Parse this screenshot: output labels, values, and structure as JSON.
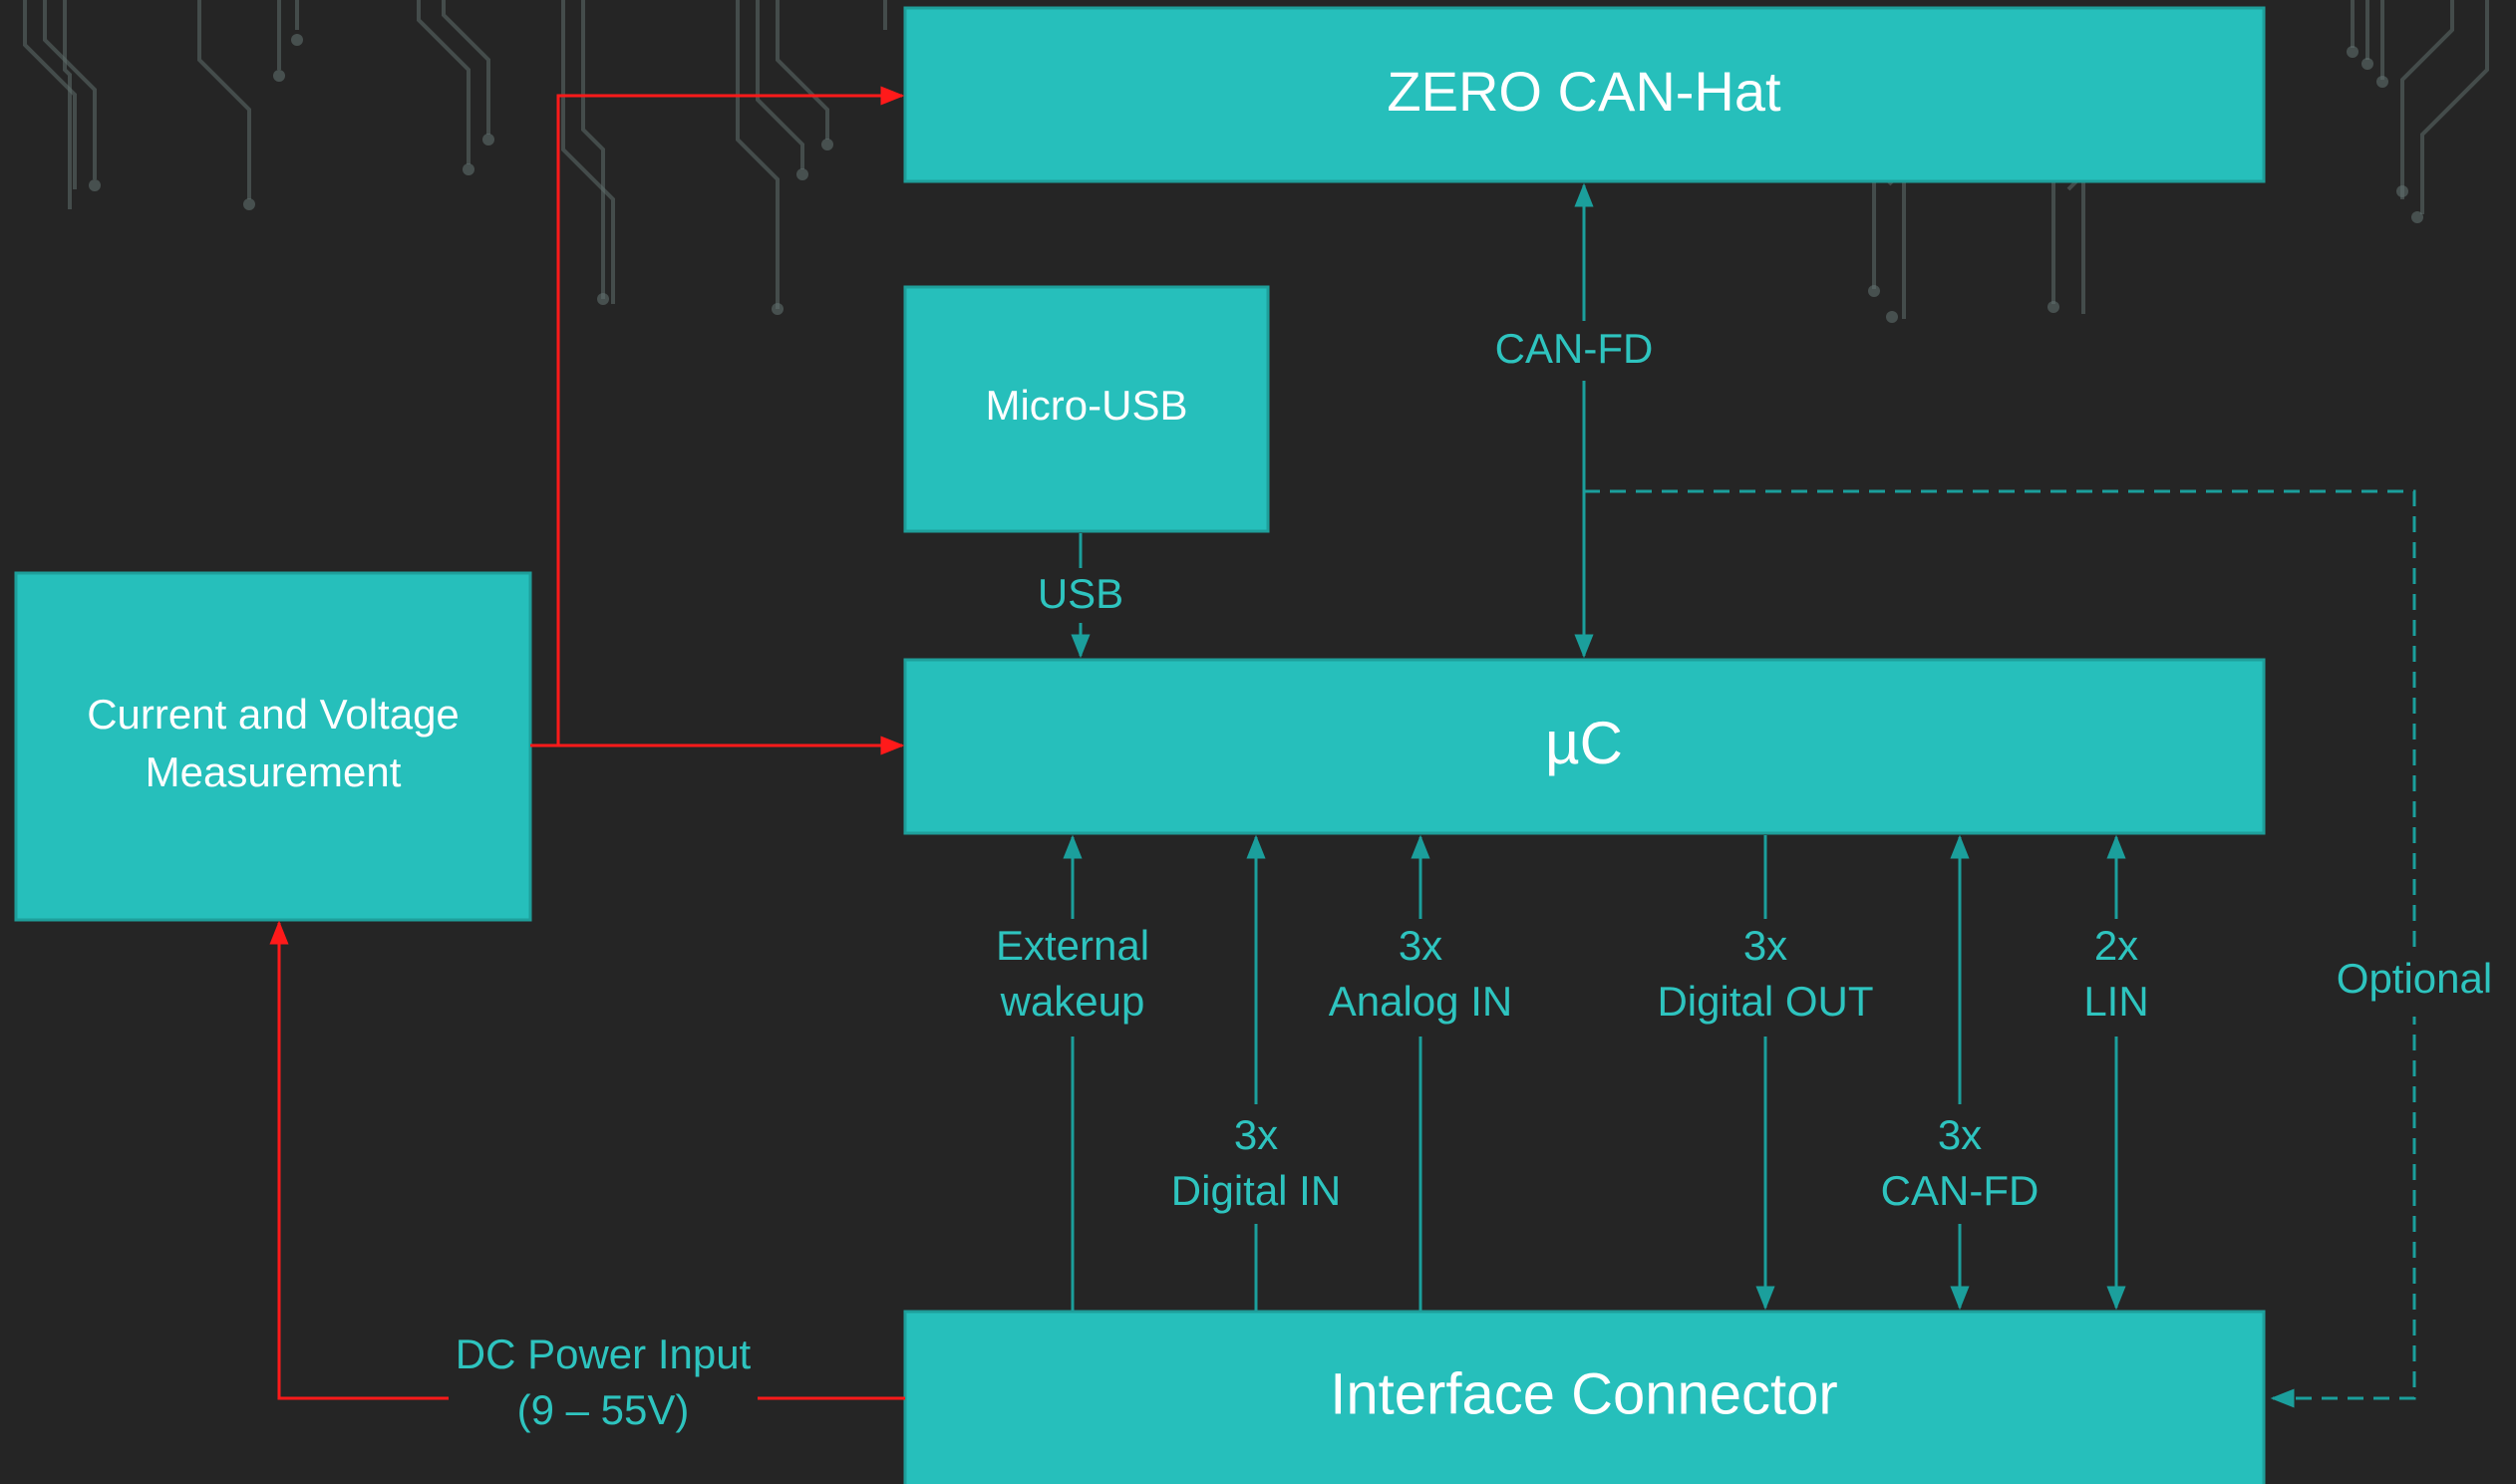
{
  "colors": {
    "background": "#252525",
    "box_fill": "#26bfbb",
    "label_text": "#2ec4bf",
    "teal_line": "#1b9f9c",
    "power_line": "#ff1a1a",
    "box_text": "#ffffff"
  },
  "boxes": {
    "zero_can_hat": "ZERO CAN-Hat",
    "micro_usb": "Micro-USB",
    "uc": "µC",
    "current_voltage_line1": "Current and Voltage",
    "current_voltage_line2": "Measurement",
    "interface_connector": "Interface Connector"
  },
  "labels": {
    "can_fd_top": "CAN-FD",
    "usb": "USB",
    "external_wakeup_line1": "External",
    "external_wakeup_line2": "wakeup",
    "digital_in_line1": "3x",
    "digital_in_line2": "Digital IN",
    "analog_in_line1": "3x",
    "analog_in_line2": "Analog IN",
    "digital_out_line1": "3x",
    "digital_out_line2": "Digital OUT",
    "can_fd_bottom_line1": "3x",
    "can_fd_bottom_line2": "CAN-FD",
    "lin_line1": "2x",
    "lin_line2": "LIN",
    "optional": "Optional",
    "dc_power_line1": "DC Power Input",
    "dc_power_line2": "(9 – 55V)"
  }
}
